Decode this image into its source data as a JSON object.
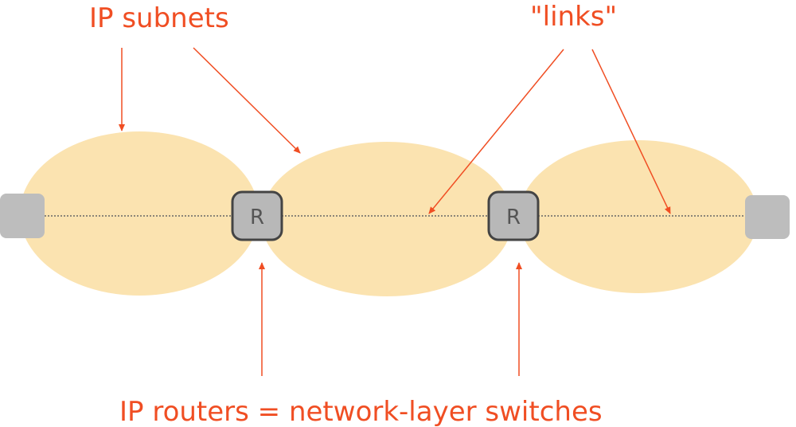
{
  "labels": {
    "subnets": "IP subnets",
    "links": "\"links\"",
    "routers": "IP routers = network-layer switches"
  },
  "routers": [
    "R",
    "R"
  ],
  "colors": {
    "annotation": "#f04e23",
    "subnet_fill": "#fbe3b0",
    "node_fill": "#bdbdbd",
    "router_fill": "#b8b8b8",
    "router_stroke": "#444444",
    "link_line": "#666666",
    "router_text": "#555555"
  }
}
